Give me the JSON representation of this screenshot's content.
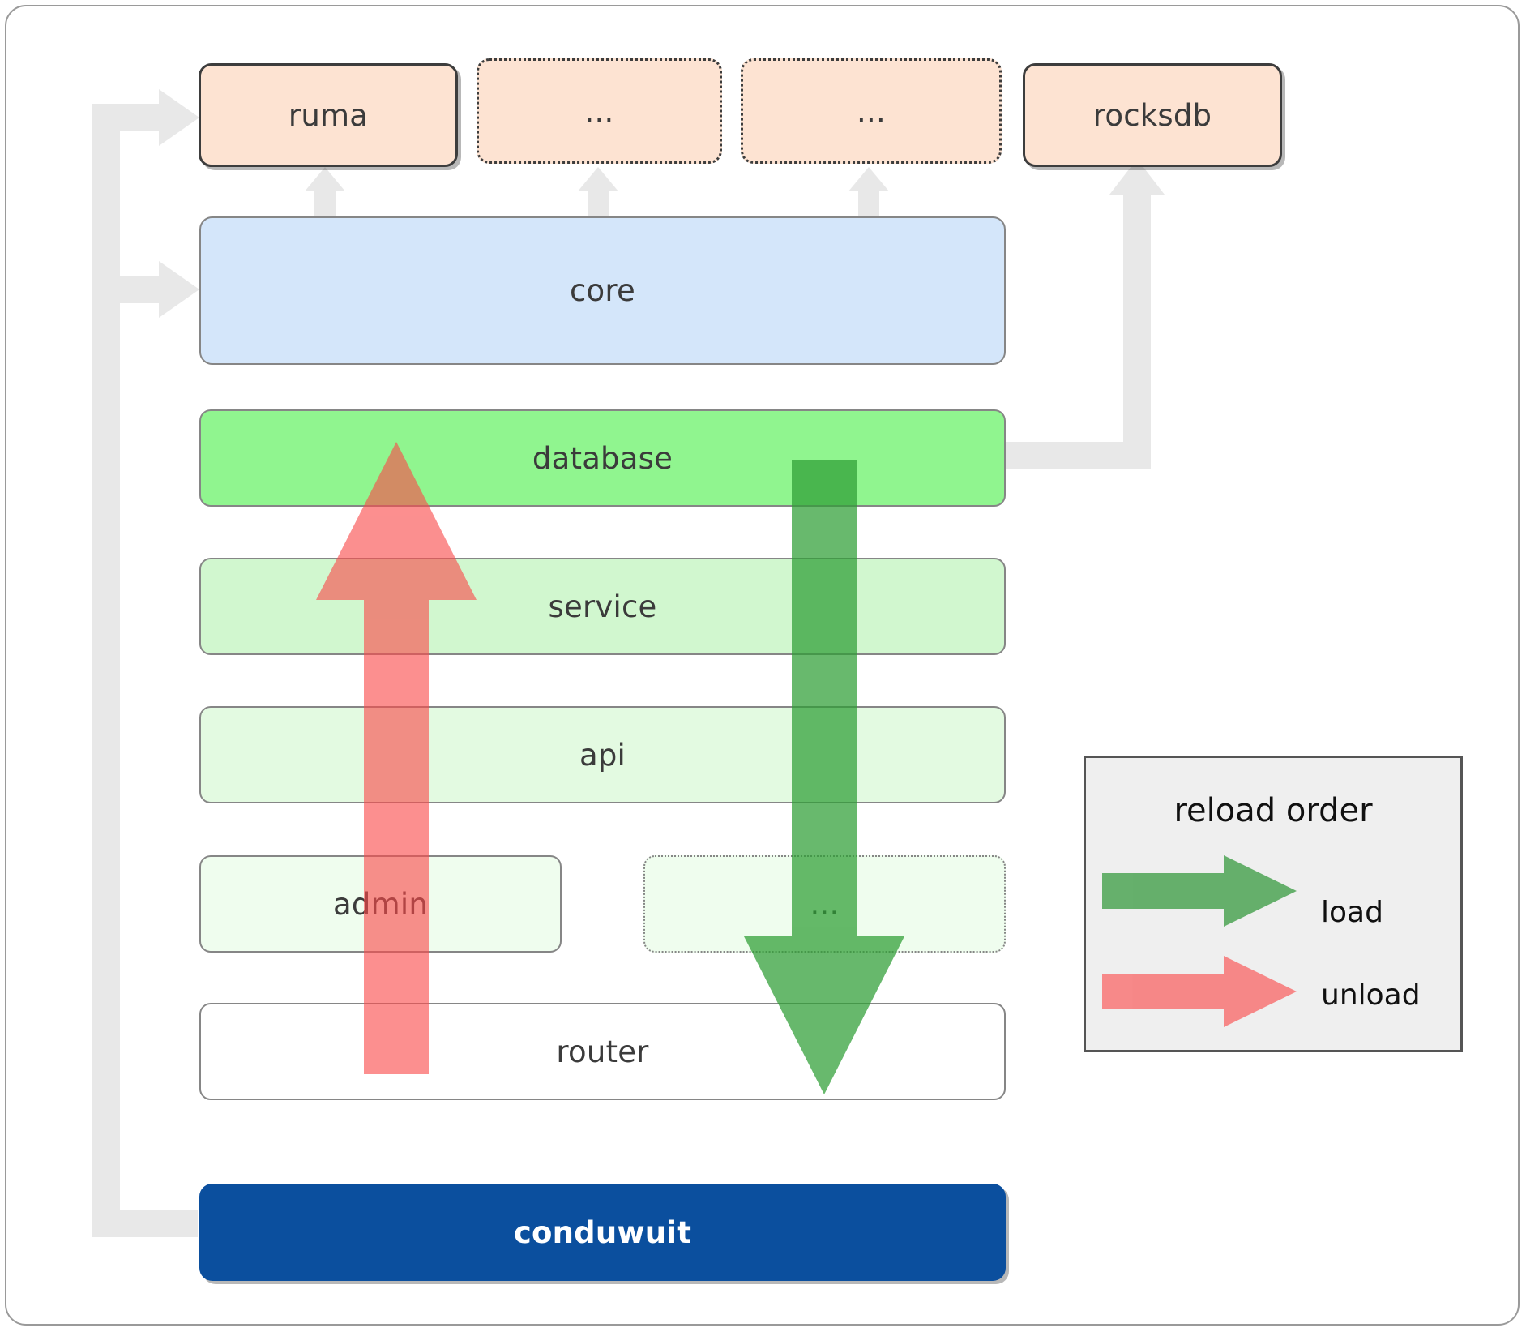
{
  "diagram": {
    "title": "conduwuit crate layering / reload order",
    "nodes": {
      "ruma": "ruma",
      "ellipsis_top_1": "...",
      "ellipsis_top_2": "...",
      "rocksdb": "rocksdb",
      "core": "core",
      "database": "database",
      "service": "service",
      "api": "api",
      "admin": "admin",
      "ellipsis_mid": "...",
      "router": "router",
      "conduwuit": "conduwuit"
    },
    "legend": {
      "title": "reload order",
      "items": [
        {
          "label": "load",
          "color": "#5cb85c"
        },
        {
          "label": "unload",
          "color": "#fa8282"
        }
      ]
    },
    "colors": {
      "external_fill": "#fde3d2",
      "core_fill": "#d4e6fa",
      "database_fill": "#90f58f",
      "service_fill": "#d1f7cf",
      "api_fill": "#e0faDE",
      "admin_fill": "#effdee",
      "router_fill": "#ffffff",
      "conduwuit_fill": "#0b4f9e",
      "load_arrow": "#5cb85c",
      "unload_arrow": "#fa8282",
      "connector": "#e8e8e8",
      "frame_border": "#9a9a9a"
    }
  }
}
